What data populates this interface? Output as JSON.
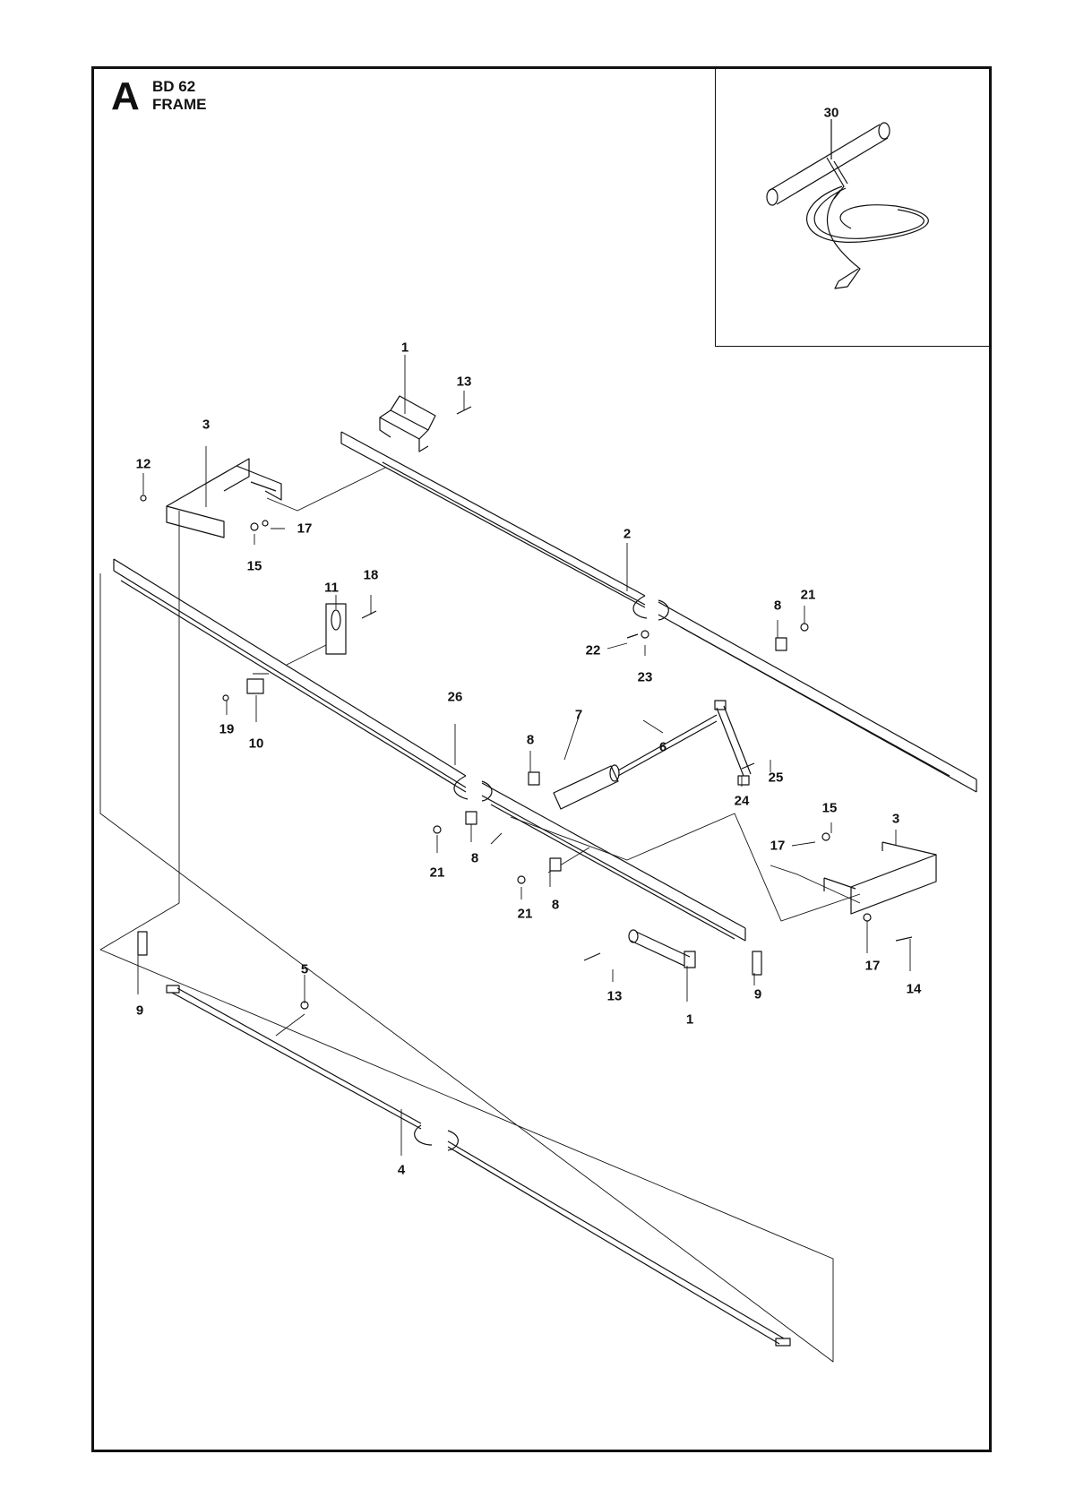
{
  "header": {
    "section_letter": "A",
    "model": "BD 62",
    "group": "FRAME"
  },
  "callouts": [
    {
      "id": "c30",
      "label": "30"
    },
    {
      "id": "c1a",
      "label": "1"
    },
    {
      "id": "c13a",
      "label": "13"
    },
    {
      "id": "c3a",
      "label": "3"
    },
    {
      "id": "c12",
      "label": "12"
    },
    {
      "id": "c17a",
      "label": "17"
    },
    {
      "id": "c15a",
      "label": "15"
    },
    {
      "id": "c2",
      "label": "2"
    },
    {
      "id": "c11",
      "label": "11"
    },
    {
      "id": "c18",
      "label": "18"
    },
    {
      "id": "c8a",
      "label": "8"
    },
    {
      "id": "c21a",
      "label": "21"
    },
    {
      "id": "c22",
      "label": "22"
    },
    {
      "id": "c23",
      "label": "23"
    },
    {
      "id": "c19",
      "label": "19"
    },
    {
      "id": "c10",
      "label": "10"
    },
    {
      "id": "c26",
      "label": "26"
    },
    {
      "id": "c7",
      "label": "7"
    },
    {
      "id": "c6",
      "label": "6"
    },
    {
      "id": "c8b",
      "label": "8"
    },
    {
      "id": "c25",
      "label": "25"
    },
    {
      "id": "c24",
      "label": "24"
    },
    {
      "id": "c15b",
      "label": "15"
    },
    {
      "id": "c3b",
      "label": "3"
    },
    {
      "id": "c17b",
      "label": "17"
    },
    {
      "id": "c21b",
      "label": "21"
    },
    {
      "id": "c8c",
      "label": "8"
    },
    {
      "id": "c21c",
      "label": "21"
    },
    {
      "id": "c8d",
      "label": "8"
    },
    {
      "id": "c17c",
      "label": "17"
    },
    {
      "id": "c14",
      "label": "14"
    },
    {
      "id": "c13b",
      "label": "13"
    },
    {
      "id": "c1b",
      "label": "1"
    },
    {
      "id": "c9a",
      "label": "9"
    },
    {
      "id": "c9b",
      "label": "9"
    },
    {
      "id": "c5",
      "label": "5"
    },
    {
      "id": "c4",
      "label": "4"
    }
  ]
}
